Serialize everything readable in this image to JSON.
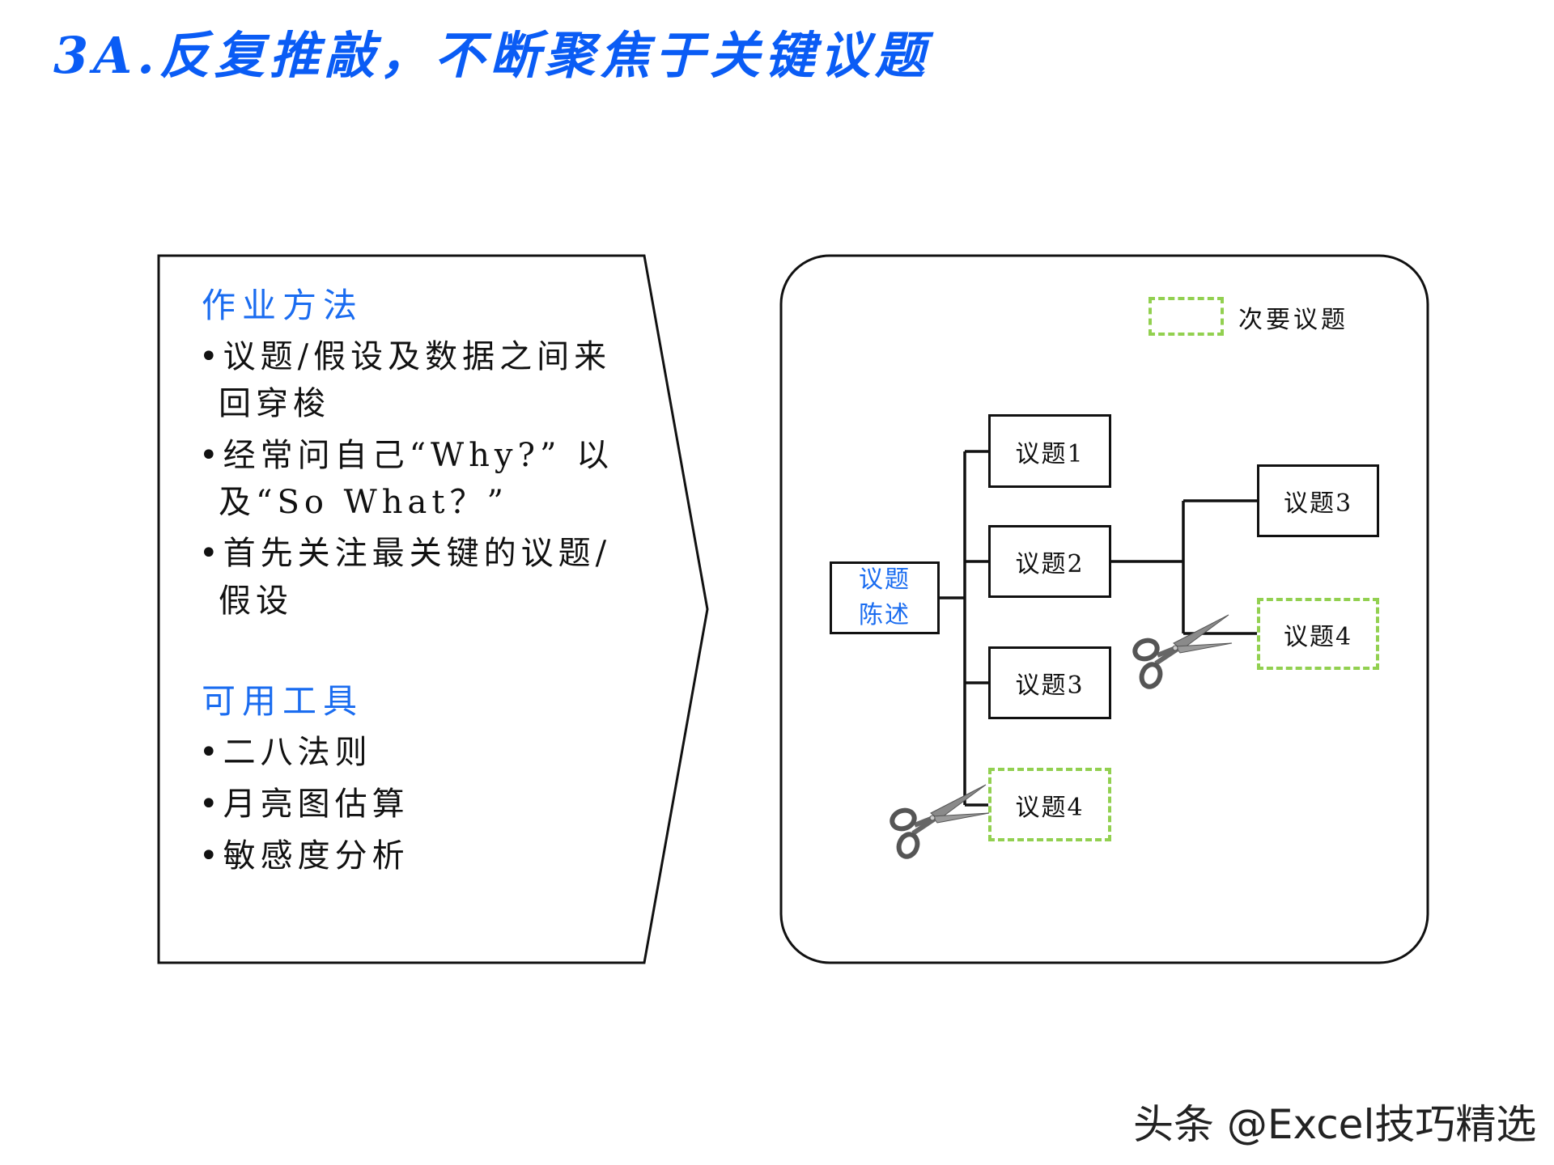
{
  "title": "3A.反复推敲，不断聚焦于关键议题",
  "left_panel": {
    "method_heading": "作业方法",
    "method_items": [
      {
        "line1": "•议题/假设及数据之间来",
        "line2": "回穿梭"
      },
      {
        "line1": "•经常问自己“Why?” 以",
        "line2": "及“So What？”"
      },
      {
        "line1": "•首先关注最关键的议题/",
        "line2": "假设"
      }
    ],
    "tools_heading": "可用工具",
    "tools_items": [
      "•二八法则",
      "•月亮图估算",
      "•敏感度分析"
    ]
  },
  "diagram": {
    "legend_label": "次要议题",
    "root": {
      "line1": "议题",
      "line2": "陈述"
    },
    "level1": [
      "议题1",
      "议题2",
      "议题3",
      "议题4"
    ],
    "level2": [
      "议题3",
      "议题4"
    ],
    "colors": {
      "accent_blue": "#1a6cf0",
      "secondary_dash": "#92d050"
    }
  },
  "watermark": "头条 @Excel技巧精选"
}
